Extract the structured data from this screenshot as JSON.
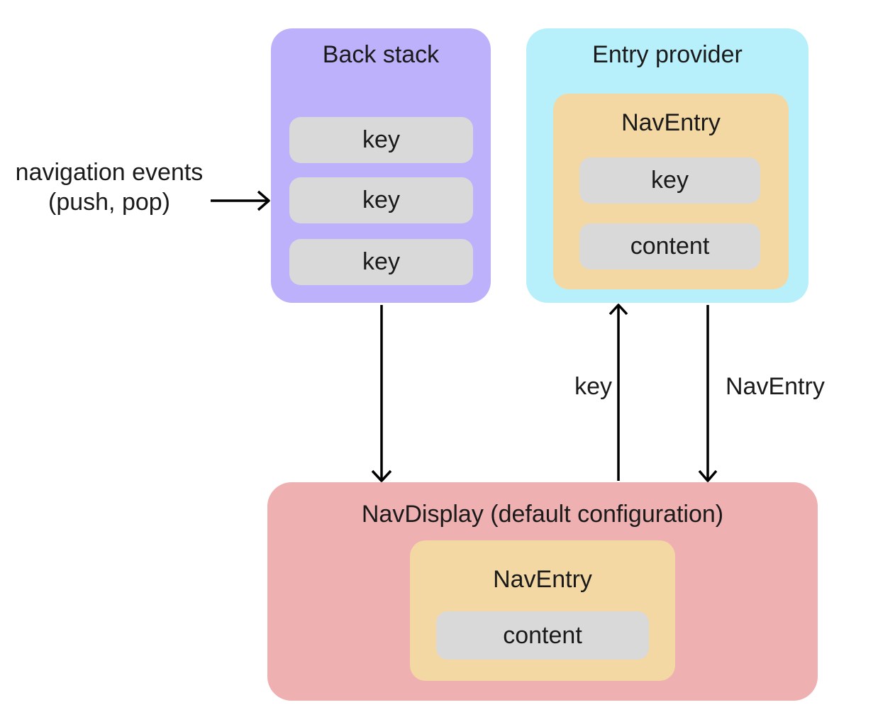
{
  "diagram": {
    "nav_events": {
      "line1": "navigation events",
      "line2": "(push, pop)"
    },
    "back_stack": {
      "title": "Back stack",
      "keys": [
        "key",
        "key",
        "key"
      ]
    },
    "entry_provider": {
      "title": "Entry provider",
      "nav_entry": {
        "title": "NavEntry",
        "fields": [
          "key",
          "content"
        ]
      }
    },
    "nav_display": {
      "title": "NavDisplay (default configuration)",
      "nav_entry": {
        "title": "NavEntry",
        "fields": [
          "content"
        ]
      }
    },
    "arrow_labels": {
      "key": "key",
      "nav_entry": "NavEntry"
    }
  },
  "colors": {
    "purple": "#bdb1fb",
    "cyan": "#b7f0fb",
    "orange": "#f3d8a4",
    "gray": "#d9d9d9",
    "pink": "#eeb0b0",
    "line": "#000000",
    "text": "#1a1a1a"
  }
}
